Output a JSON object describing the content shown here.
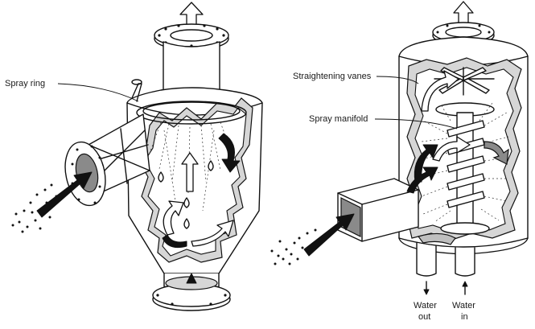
{
  "labels": {
    "spray_ring": "Spray ring",
    "straightening_vanes": "Straightening vanes",
    "spray_manifold": "Spray manifold",
    "water_out_1": "Water",
    "water_out_2": "out",
    "water_in_1": "Water",
    "water_in_2": "in"
  },
  "colors": {
    "line": "#111111",
    "shade": "#bfbfbf",
    "dark_shade": "#8a8a8a",
    "background": "#ffffff"
  }
}
